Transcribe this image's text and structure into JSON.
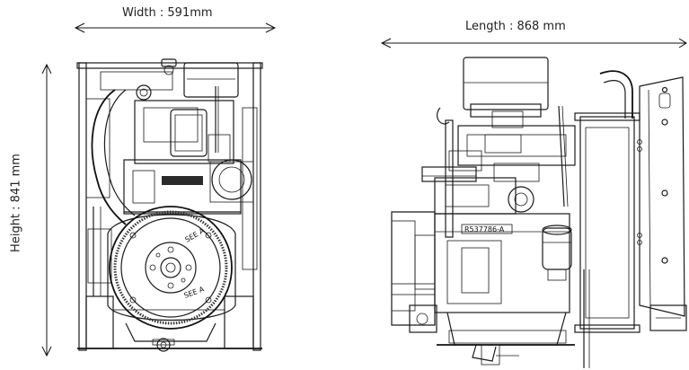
{
  "dimensions": {
    "width_label": "Width : 591mm",
    "length_label": "Length : 868 mm",
    "height_label": "Height : 841 mm"
  },
  "engine": {
    "part_number": "R537786-A"
  },
  "colors": {
    "line": "#1a1a1a",
    "background": "#ffffff"
  }
}
